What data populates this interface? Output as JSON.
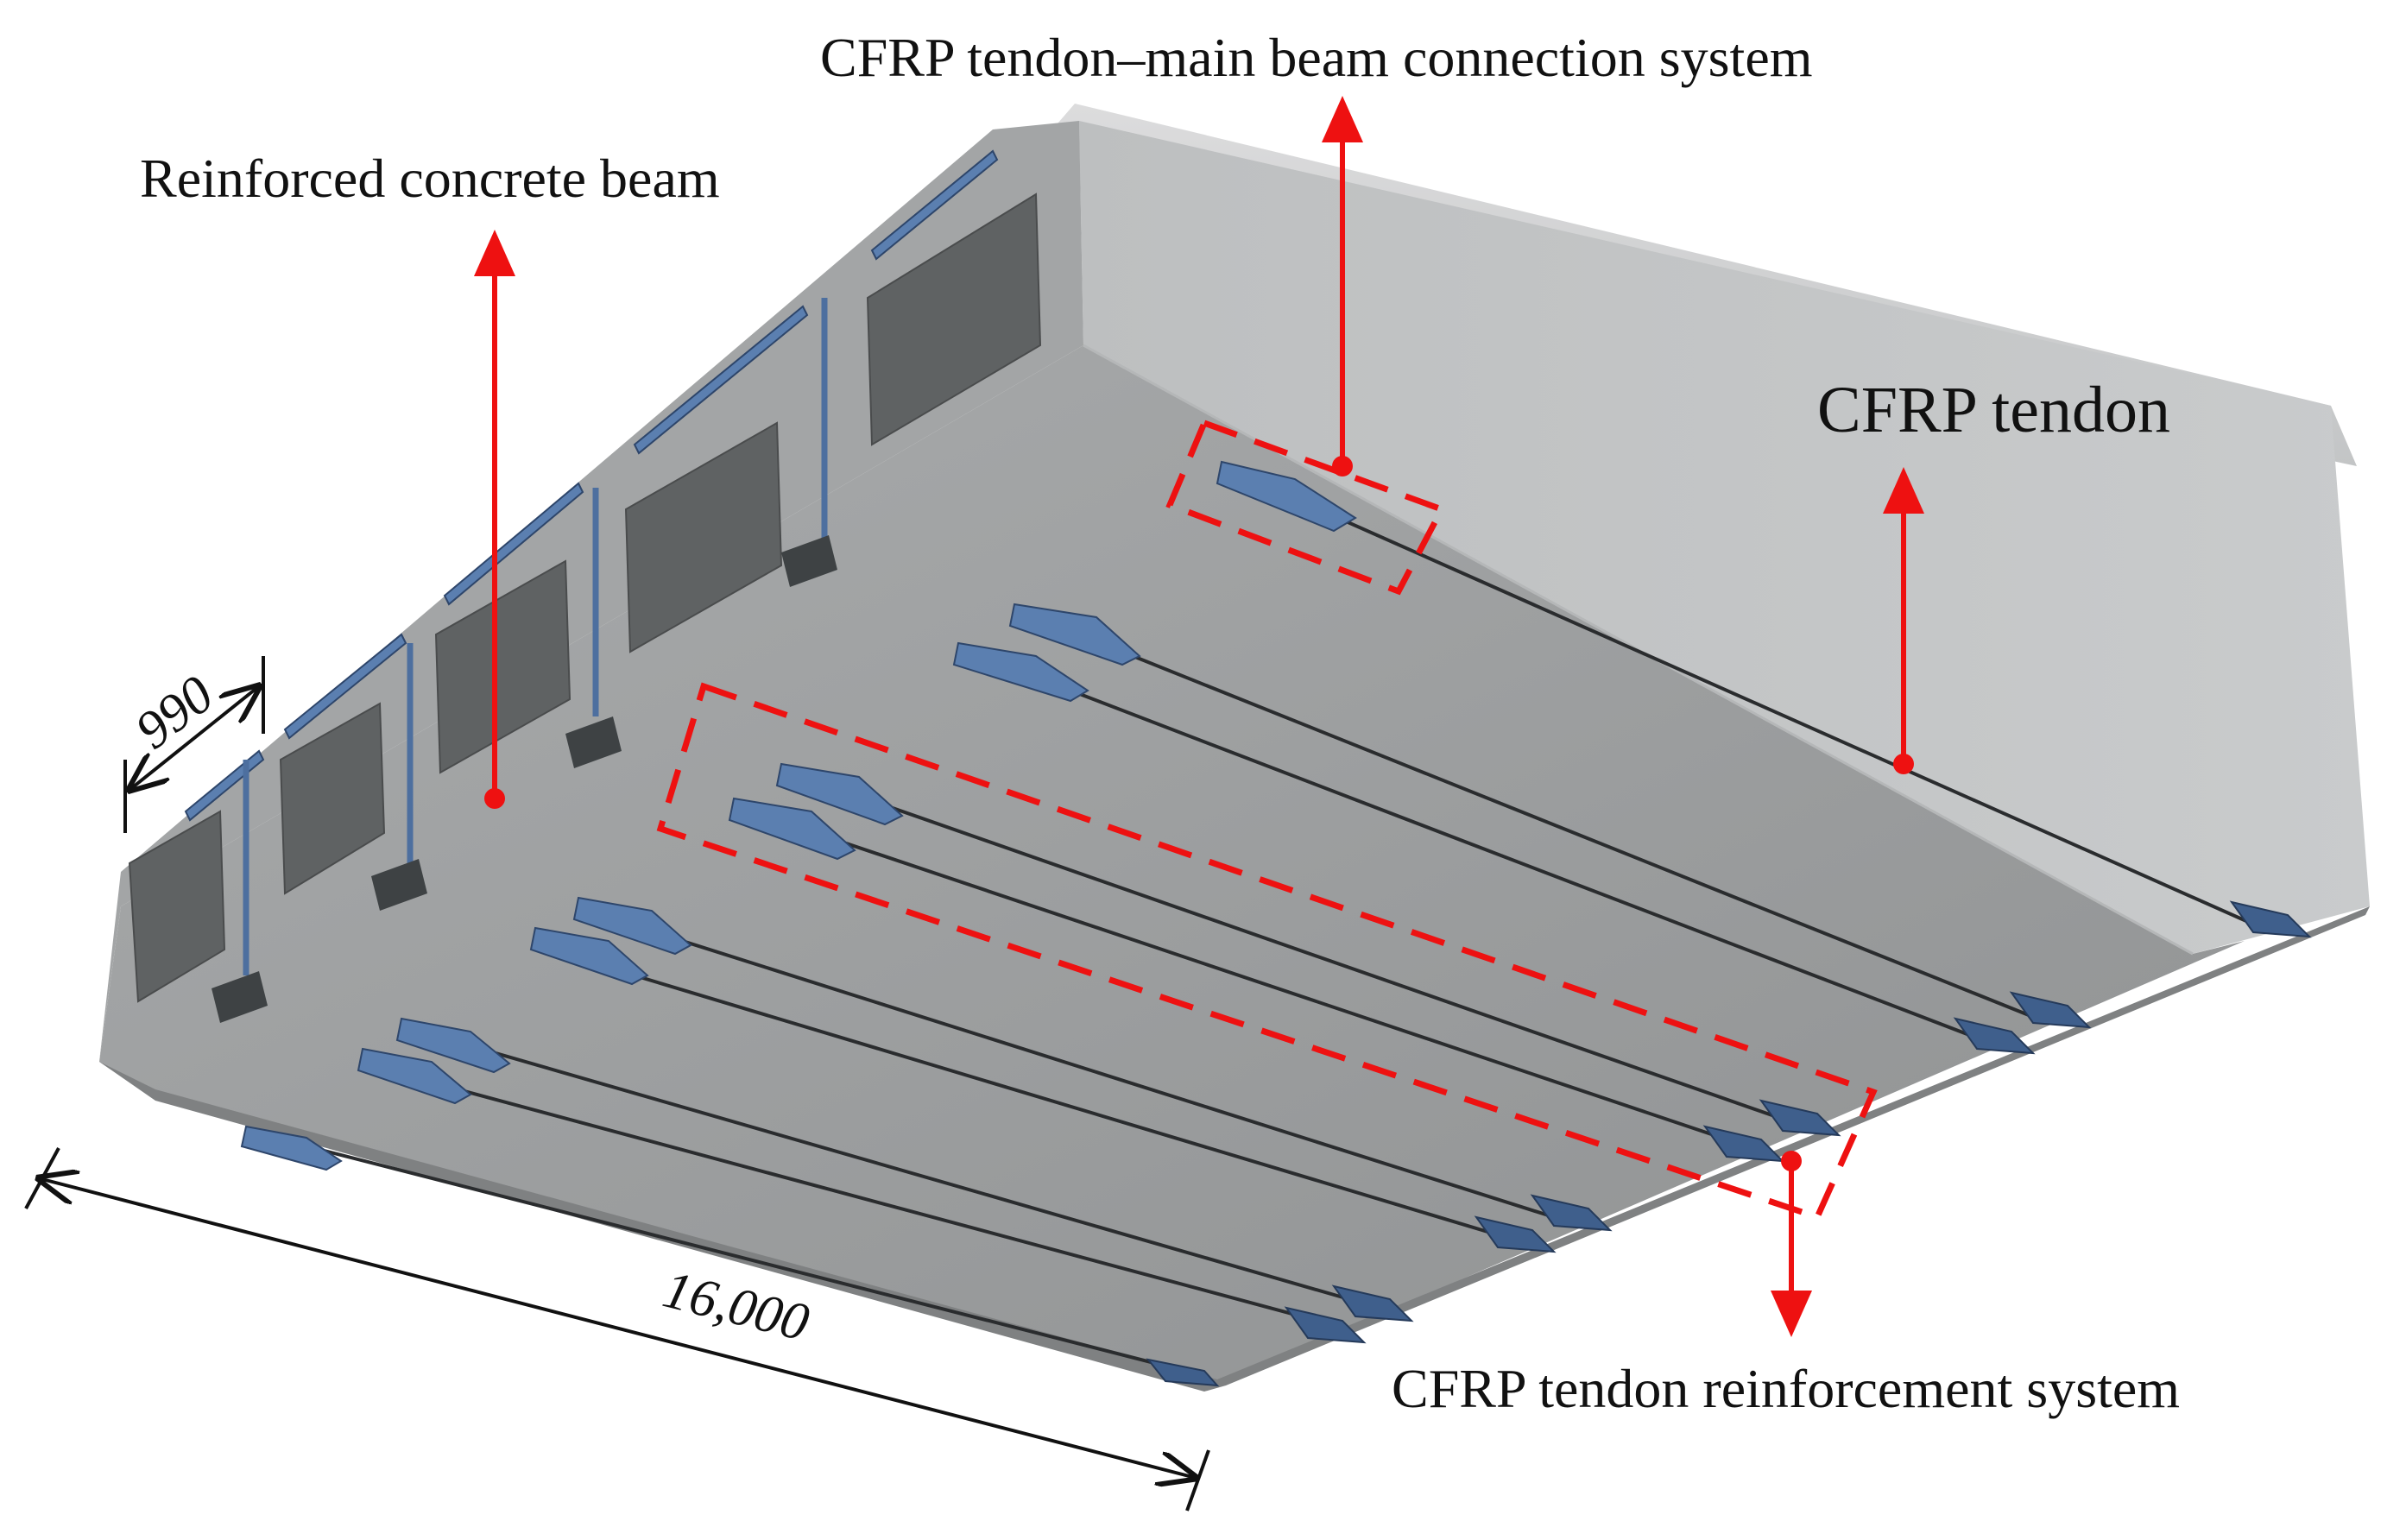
{
  "labels": {
    "connection_system": "CFRP tendon–main beam connection system",
    "rc_beam": "Reinforced concrete beam",
    "cfrp_tendon": "CFRP tendon",
    "reinforcement_system": "CFRP tendon reinforcement system"
  },
  "dimensions": {
    "beam_width": "990",
    "span_length": "16,000"
  },
  "colors": {
    "concrete_face": "#9ea0a1",
    "concrete_side": "#b9bbbc",
    "concrete_top": "#d3d4d5",
    "cell_void": "#5f6263",
    "anchor": "#5b7fb0",
    "anchor_dark": "#2e466b",
    "tendon": "#2a2c2e",
    "callout": "#ee1111",
    "dimension_line": "#111111"
  },
  "icons": {
    "arrow": "arrow-icon",
    "anchor": "anchor-block-icon"
  }
}
